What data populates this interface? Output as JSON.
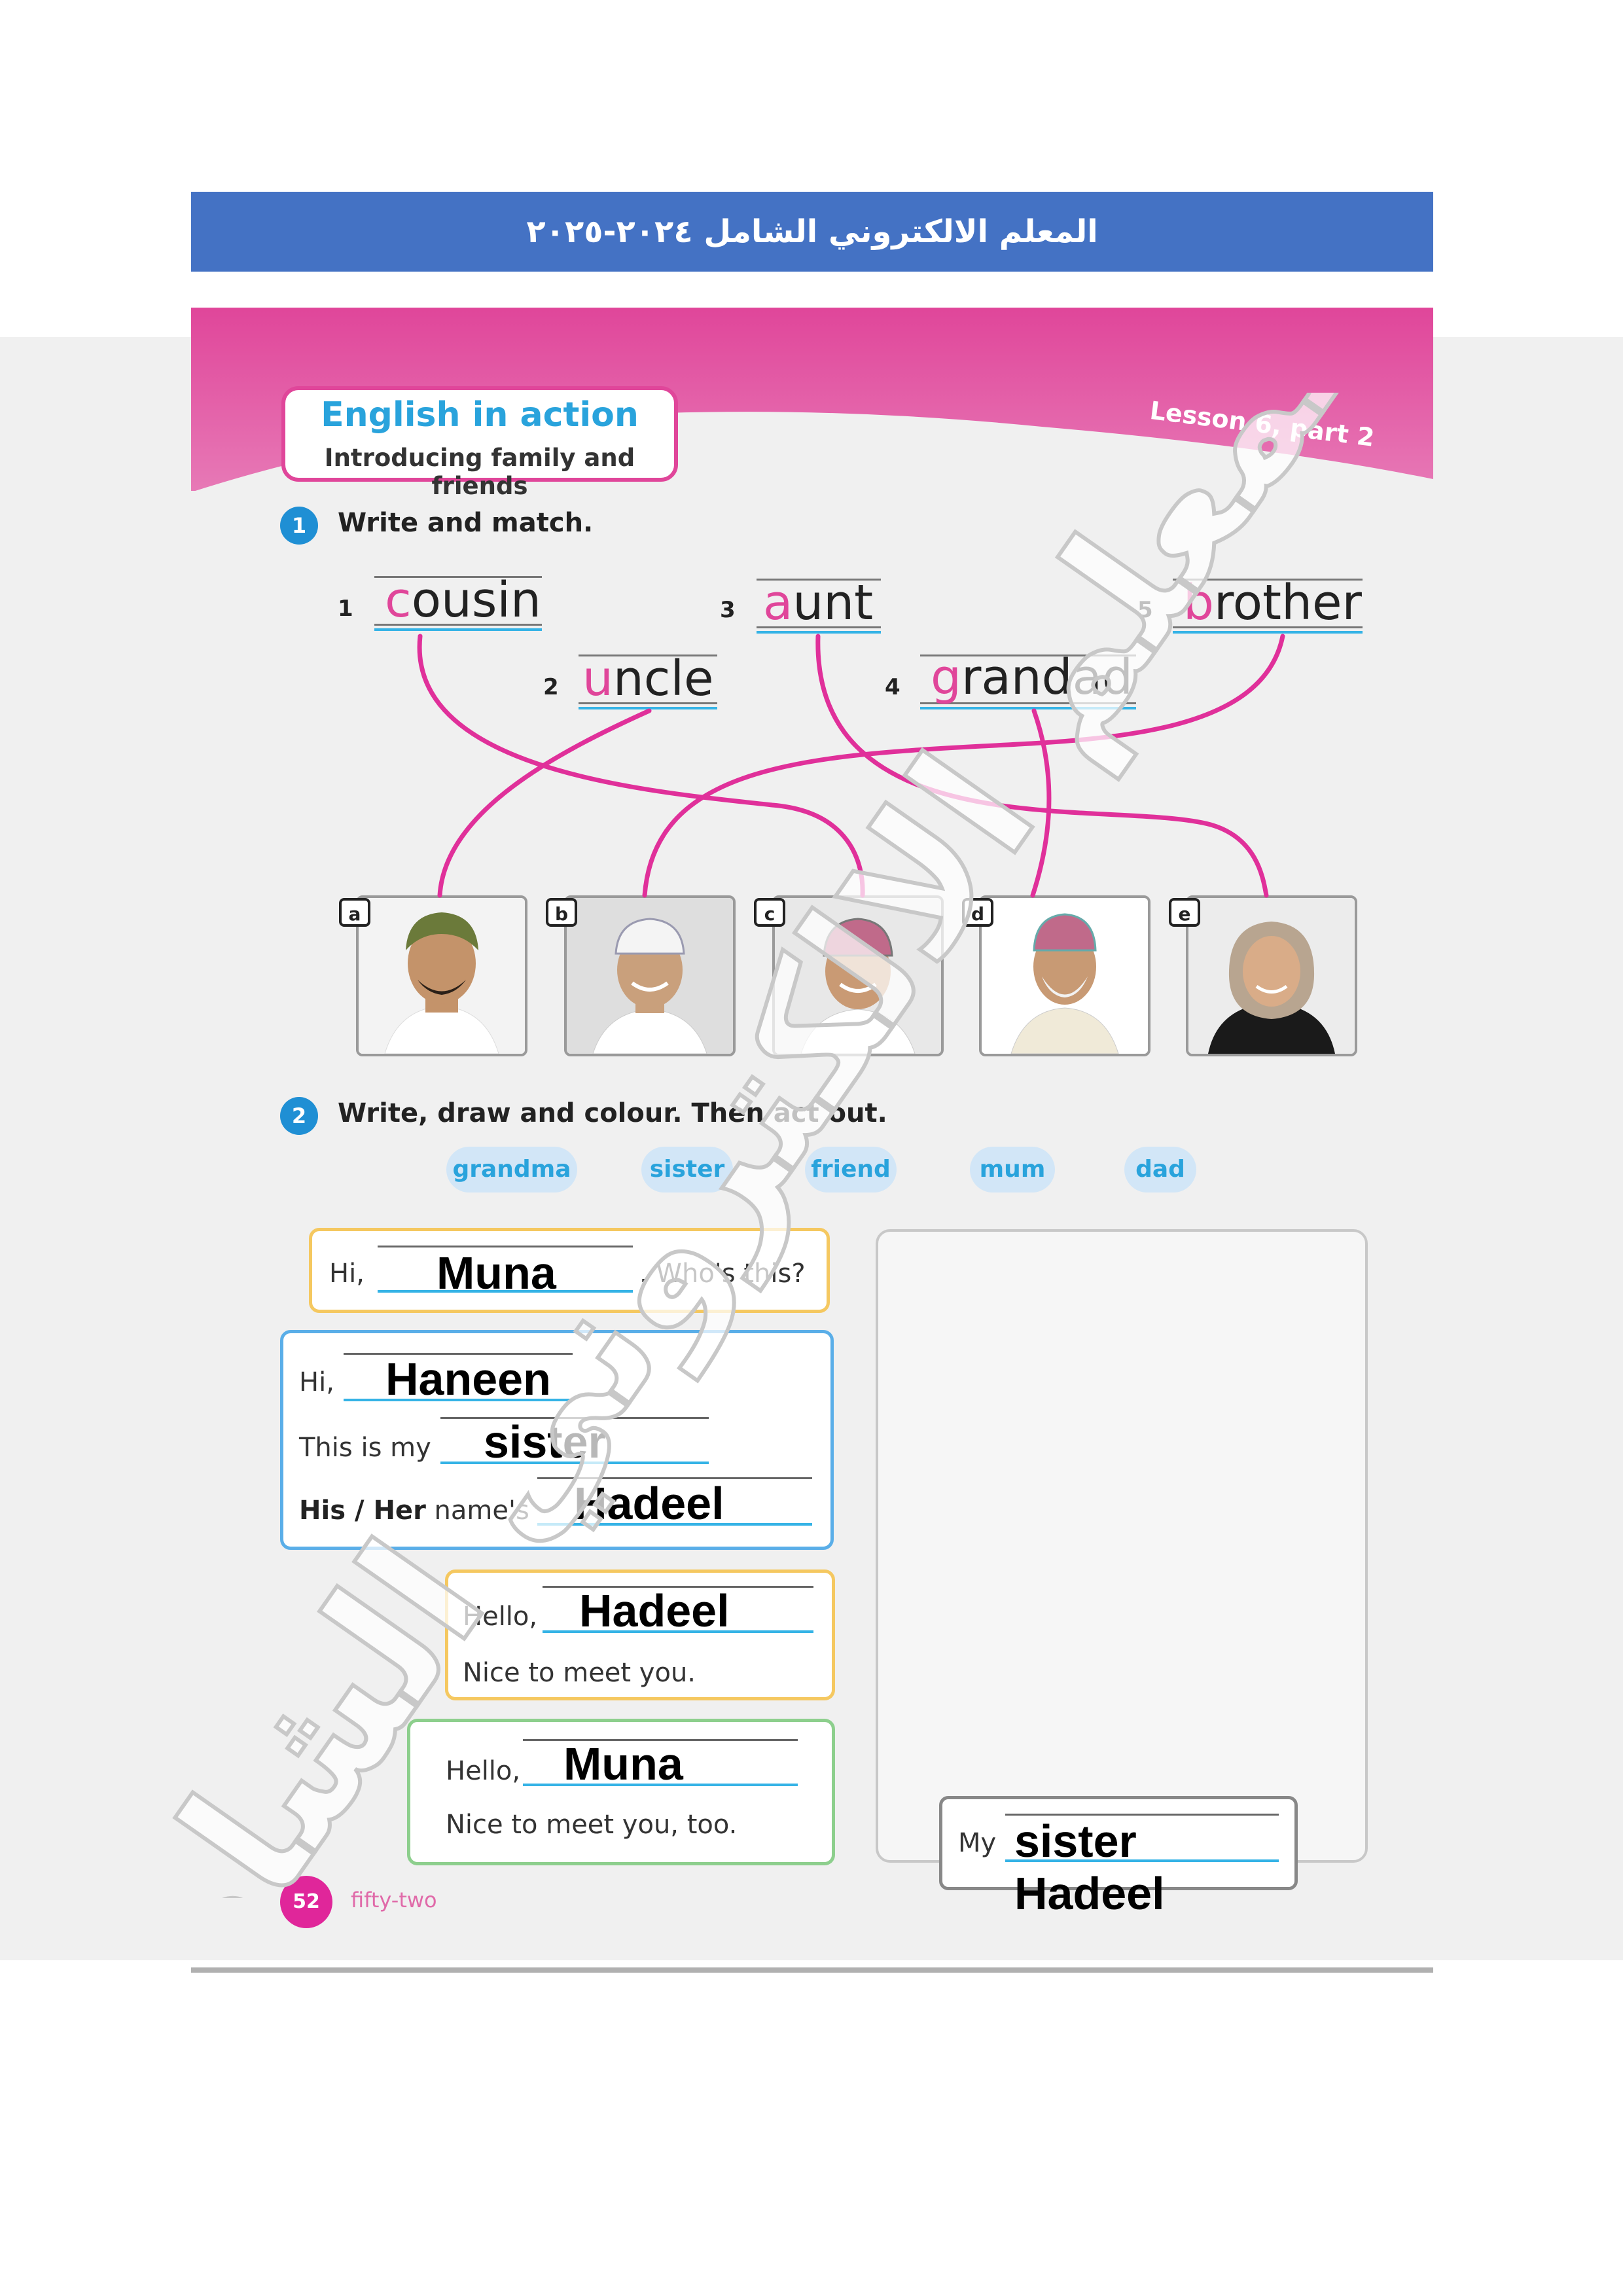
{
  "banner": {
    "text": "المعلم الالكتروني الشامل ٢٠٢٤-٢٠٢٥"
  },
  "header": {
    "title": "English in action",
    "subtitle": "Introducing family and friends",
    "lesson": "Lesson 6, part 2"
  },
  "exercise1": {
    "number": "1",
    "instruction": "Write and match.",
    "items": [
      {
        "num": "1",
        "first": "c",
        "rest": "ousin"
      },
      {
        "num": "2",
        "first": "u",
        "rest": "ncle"
      },
      {
        "num": "3",
        "first": "a",
        "rest": "unt"
      },
      {
        "num": "4",
        "first": "g",
        "rest": "randad"
      },
      {
        "num": "5",
        "first": "b",
        "rest": "rother"
      }
    ],
    "photos": [
      "a",
      "b",
      "c",
      "d",
      "e"
    ]
  },
  "exercise2": {
    "number": "2",
    "instruction": "Write, draw and colour. Then act out.",
    "chips": [
      "grandma",
      "sister",
      "friend",
      "mum",
      "dad"
    ],
    "bubble1": {
      "hi": "Hi,",
      "answer": "Muna",
      "tail": ". Who's this?"
    },
    "bubble2": {
      "hi": "Hi,",
      "answer1": "Haneen",
      "this_is": "This is my",
      "answer2": "sister",
      "his_her": "His / Her",
      "names": "name's",
      "answer3": "Hadeel"
    },
    "bubble3": {
      "hello": "Hello,",
      "answer": "Hadeel",
      "line2": "Nice to meet you."
    },
    "bubble4": {
      "hello": "Hello,",
      "answer": "Muna",
      "line2": "Nice to meet you, too."
    },
    "caption": {
      "my": "My",
      "answer": "sister Hadeel"
    }
  },
  "footer": {
    "page_number": "52",
    "page_word": "fifty-two"
  },
  "watermark": {
    "text": "المعلم الالكتروني الشامل"
  },
  "colors": {
    "banner": "#4472c4",
    "pink": "#e0469a",
    "blue": "#29a3dc"
  }
}
